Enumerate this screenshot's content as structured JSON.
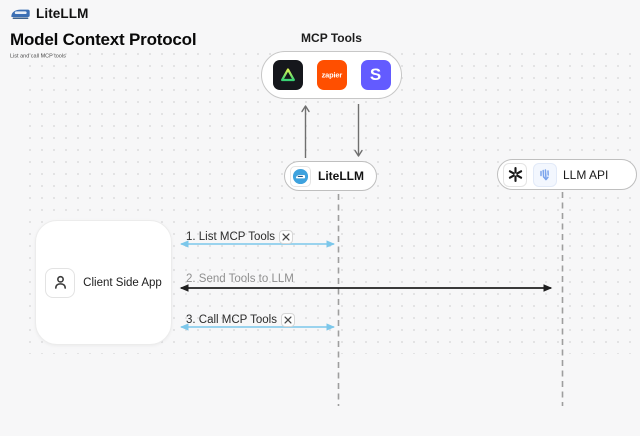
{
  "header": {
    "brand": "LiteLLM",
    "title": "Model Context Protocol",
    "subtitle": "List and call MCP tools"
  },
  "mcp_group": {
    "label": "MCP Tools",
    "tools": [
      {
        "name": "triangle-tool-icon"
      },
      {
        "name": "zapier-icon",
        "label": "zapier"
      },
      {
        "name": "stripe-icon",
        "label": "S"
      }
    ]
  },
  "nodes": {
    "litellm": {
      "label": "LiteLLM"
    },
    "llm_api": {
      "label": "LLM API"
    },
    "client": {
      "label": "Client Side App"
    }
  },
  "messages": [
    {
      "label": "1. List MCP Tools",
      "tool_icon": true
    },
    {
      "label": "2. Send Tools to LLM",
      "tool_icon": false
    },
    {
      "label": "3. Call MCP Tools",
      "tool_icon": true
    }
  ],
  "colors": {
    "arrow_blue": "#7cc7ea",
    "arrow_dark": "#1f1f1f",
    "lifeline_gray": "#9e9e9e",
    "zapier_orange": "#ff4f00",
    "stripe_indigo": "#635bff",
    "litellm_blue": "#3ea2de",
    "background": "#f7f7f8"
  }
}
